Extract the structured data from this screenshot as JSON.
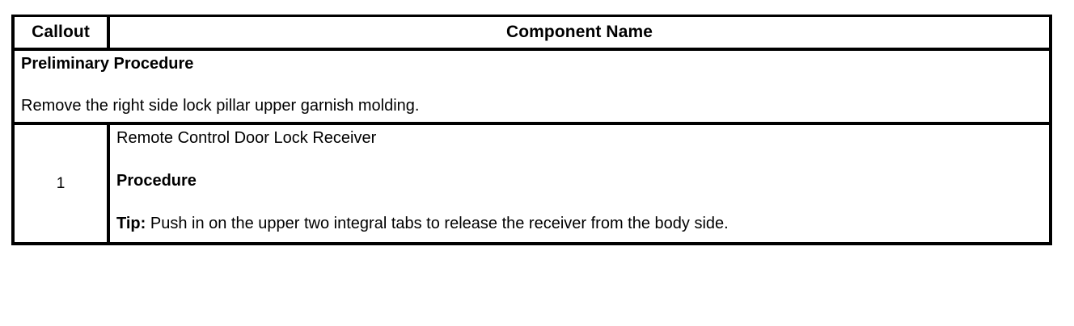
{
  "table": {
    "columns": [
      {
        "key": "callout",
        "label": "Callout"
      },
      {
        "key": "component_name",
        "label": "Component Name"
      }
    ],
    "preliminary": {
      "title": "Preliminary Procedure",
      "text": "Remove the right side lock pillar upper garnish molding."
    },
    "rows": [
      {
        "callout": "1",
        "component_name": "Remote Control Door Lock Receiver",
        "procedure_heading": "Procedure",
        "tip_label": "Tip:",
        "tip_text": " Push in on the upper two integral tabs to release the receiver from the body side."
      }
    ]
  },
  "colors": {
    "border": "#000000",
    "text": "#000000",
    "background": "#ffffff"
  }
}
